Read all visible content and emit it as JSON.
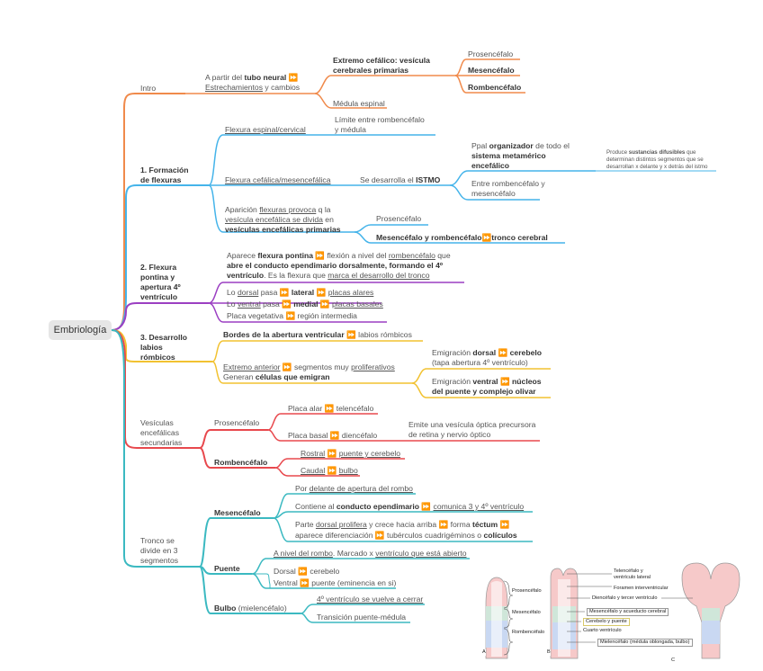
{
  "root": "Embriología",
  "colors": {
    "intro": "#f08a4b",
    "flex": "#45b4ea",
    "pont": "#9b3fc2",
    "rhomb": "#f2c231",
    "ves": "#e8484d",
    "tronco": "#3bb9c1"
  },
  "intro": {
    "label": "Intro",
    "a1": "A partir del ",
    "a2": "tubo neural",
    "a3": "Estrechamientos",
    "a4": " y cambios",
    "ext1": "Extremo cefálico: vesícula",
    "ext2": "cerebrales primarias",
    "pros": "Prosencéfalo",
    "mes": "Mesencéfalo",
    "romb": "Rombencéfalo",
    "med": "Médula espinal"
  },
  "flex": {
    "label1": "1. Formación",
    "label2": "de flexuras",
    "esp": "Flexura espinal/cervical",
    "lim1": "Límite entre rombencéfalo",
    "lim2": "y médula",
    "cef": "Flexura cefálica/mesencefálica",
    "istmo_pre": "Se desarrolla el ",
    "istmo": "ISTMO",
    "org1a": "Ppal ",
    "org1b": "organizador",
    "org1c": " de todo el",
    "org2": "sistema metamérico",
    "org3": "encefálico",
    "prod1a": "Produce ",
    "prod1b": "sustancias difusibles",
    "prod1c": " que",
    "prod2": "determinan distintos segmentos que se",
    "prod3": "desarrollan x delante y x detrás del istmo",
    "entre1": "Entre rombencéfalo y",
    "entre2": "mesencéfalo",
    "ap1a": "Aparición ",
    "ap1b": "flexuras provoca",
    "ap1c": " q la",
    "ap2a": "vesícula encefálica se divida",
    "ap2b": " en",
    "ap3": "vesículas encefálicas primarias",
    "pros": "Prosencéfalo",
    "mesromb": "Mesencéfalo y rombencéfalo",
    "tronco": "tronco cerebral"
  },
  "pont": {
    "l1": "2. Flexura",
    "l2": "pontina y",
    "l3": "apertura 4º",
    "l4": "ventrículo",
    "p1a": "Aparece ",
    "p1b": "flexura pontina",
    "p1c": " flexión a nivel del ",
    "p1d": "rombencéfalo",
    "p1e": " que",
    "p2": "abre el conducto ependimario dorsalmente, formando el 4º",
    "p3a": "ventrículo",
    "p3b": ". Es la flexura que ",
    "p3c": "marca el desarrollo del tronco",
    "d1": "Lo ",
    "d2": "dorsal",
    "d3": " pasa ",
    "d4": "lateral",
    "d5": "placas alares",
    "v1": "Lo ",
    "v2": "ventral",
    "v3": " pasa ",
    "v4": "medial",
    "v5": "placas basales",
    "pv1": "Placa vegetativa ",
    "pv2": "región intermedia"
  },
  "rhomb": {
    "l1": "3. Desarrollo",
    "l2": "labios",
    "l3": "rómbicos",
    "bordes": "Bordes de la abertura ventricular",
    "labios": "labios rómbicos",
    "ext": "Extremo anterior",
    "seg": " segmentos muy ",
    "prol": "proliferativos",
    "gen1": "Generan ",
    "gen2": "células que emigran",
    "emd1a": "Emigración ",
    "emd1b": "dorsal",
    "emd1c": "cerebelo",
    "emd2": "(tapa abertura 4º ventrículo)",
    "emv1a": "Emigración ",
    "emv1b": "ventral",
    "emv1c": "núcleos",
    "emv2": "del puente y complejo olivar"
  },
  "ves": {
    "l1": "Vesículas",
    "l2": "encefálicas",
    "l3": "secundarias",
    "pros": "Prosencéfalo",
    "alar": "Placa alar ",
    "tel": "telencéfalo",
    "basal": "Placa basal ",
    "dien": "diencéfalo",
    "opt1": "Emite una vesícula óptica precursora",
    "opt2": "de retina y nervio óptico",
    "romb": "Rombencéfalo",
    "rostral": "Rostral",
    "puentecer": "puente y cerebelo",
    "caudal": "Caudal",
    "bulbo": "bulbo"
  },
  "tronco": {
    "l1": "Tronco se",
    "l2": "divide en 3",
    "l3": "segmentos",
    "mes": "Mesencéfalo",
    "m1a": "Por ",
    "m1b": "delante de apertura del rombo",
    "m2a": "Contiene al ",
    "m2b": "conducto ependimario",
    "m2c": "comunica 3 y 4º ventrículo",
    "m3a": "Parte ",
    "m3b": "dorsal prolifera",
    "m3c": " y crece hacia arriba ",
    "m3d": " forma ",
    "m3e": "téctum",
    "m4a": "aparece diferenciación ",
    "m4b": " tubérculos cuadrigéminos o ",
    "m4c": "colículos",
    "puente": "Puente",
    "p1a": "A nivel del rombo",
    "p1b": ". Marcado x ",
    "p1c": "ventrículo que está abierto",
    "p2a": "Dorsal ",
    "p2b": "cerebelo",
    "p3a": "Ventral ",
    "p3b": "puente (eminencia en si)",
    "bulbo": "Bulbo",
    "bulbo2": " (mielencéfalo)",
    "b1": "4º ventrículo se vuelve a cerrar",
    "b2": "Transición puente-médula"
  },
  "figure": {
    "pros": "Prosencéfalo",
    "mes": "Mesencéfalo",
    "romb": "Rombencéfalo",
    "a": "A",
    "b": "B",
    "c": "C",
    "tel1": "Telencéfalo y",
    "tel2": "ventrículo lateral",
    "foramen": "Foramen interventricular",
    "dien": "Diencéfalo y tercer ventrículo",
    "mesac": "Mesencéfalo y acueducto cerebral",
    "cer": "Cerebelo y puente",
    "cuarto": "Cuarto ventrículo",
    "mielen": "Mielencéfalo (médula oblongada, bulbo)"
  }
}
